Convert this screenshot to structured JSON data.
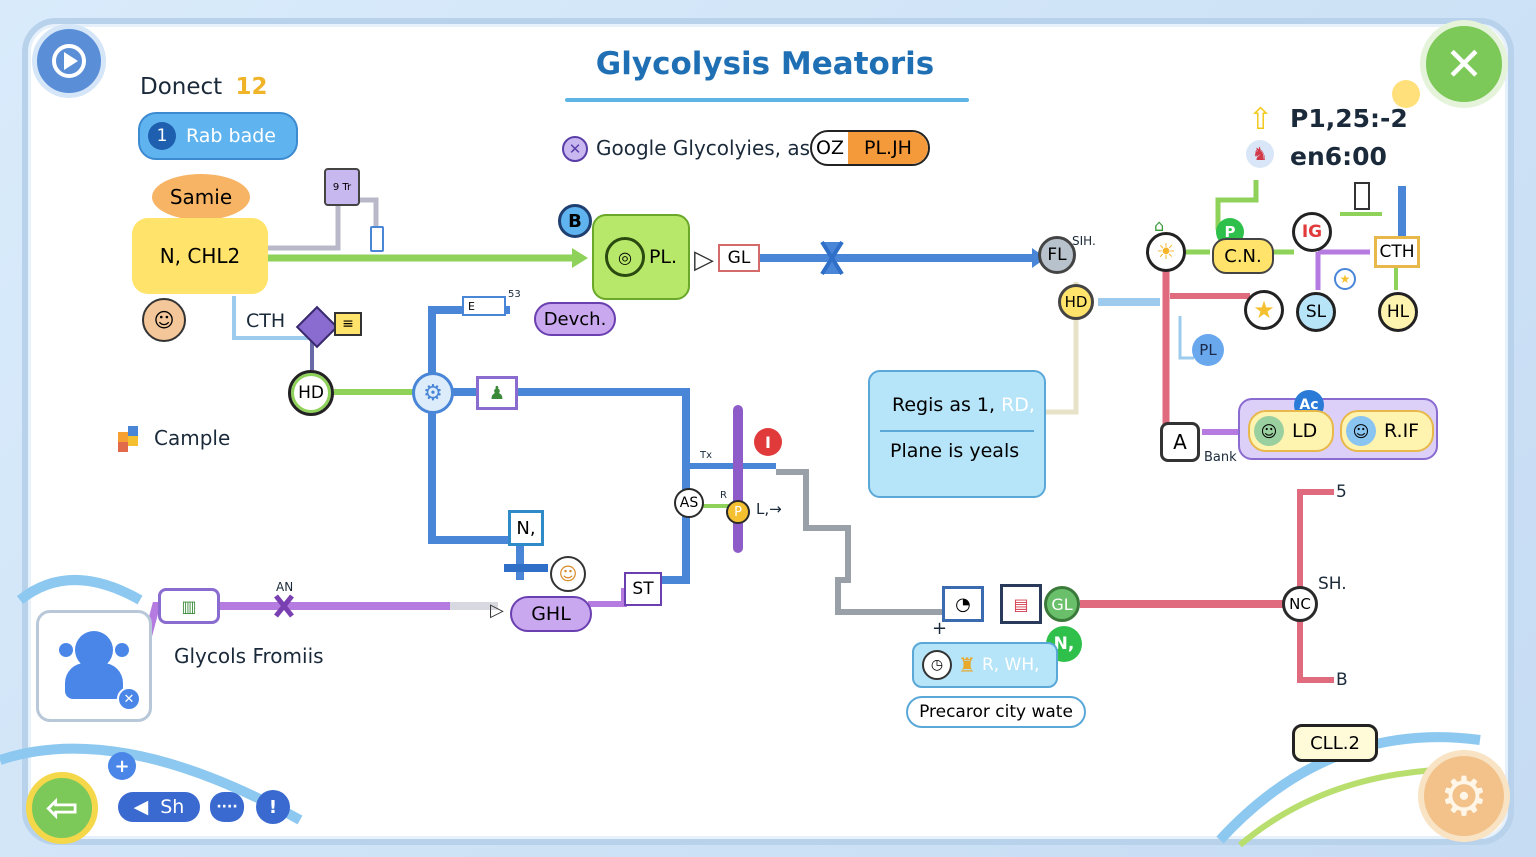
{
  "header": {
    "title": "Glycolysis Meatoris",
    "donect_label": "Donect",
    "donect_value": "12",
    "badge_number": "1",
    "badge_label": "Rab bade",
    "source_text": "Google Glycolyies, asia",
    "toggle_left": "OZ",
    "toggle_right": "PL.JH",
    "score": "P1,25:-2",
    "timer": "en6:00"
  },
  "nodes": {
    "speech_samie": "Samie",
    "main_box": "N, CHL2",
    "cth_left": "CTH",
    "hd_left": "HD",
    "b_badge": "B",
    "pl_box": "PL.",
    "gl_tag": "GL",
    "fl": "FL",
    "sih": "SIH.",
    "hd_right": "HD",
    "devch": "Devch.",
    "small_e": "E",
    "small_53": "53",
    "n_box": "N,",
    "ghl": "GHL",
    "st": "ST",
    "an": "AN",
    "as": "AS",
    "p_small": "P",
    "l_arrow": "L,→",
    "tx": "Tx",
    "r_small": "R",
    "i_alert": "I",
    "p_green": "P",
    "cn": "C.N.",
    "ig": "IG",
    "cth_right": "CTH",
    "sl": "SL",
    "hl": "HL",
    "pl_blue": "PL",
    "a_node": "A",
    "bank": "Bank",
    "ac": "Ac",
    "ld": "LD",
    "rif": "R.IF",
    "gl_green": "GL",
    "n_green": "N,",
    "nc": "NC",
    "sh_right": "SH.",
    "out_5": "5",
    "out_b": "B",
    "cll": "CLL.2",
    "rwh": "R, WH,",
    "precaror": "Precaror city wate",
    "camp": "Cample",
    "glycols": "Glycols Fromiis",
    "tiny_9tr": "9 Tr"
  },
  "info_box": {
    "line1": "Regis as 1,",
    "line1_accent": "RD,",
    "line2": "Plane is yeals"
  },
  "bottom_bar": {
    "sh_label": "Sh",
    "more": "····",
    "alert": "!",
    "plus": "+"
  },
  "colors": {
    "green_pipe": "#8ed25a",
    "blue_pipe": "#4a86d8",
    "purple_pipe": "#b57be0",
    "red_pipe": "#e06a7e",
    "title": "#1f6fb4"
  }
}
